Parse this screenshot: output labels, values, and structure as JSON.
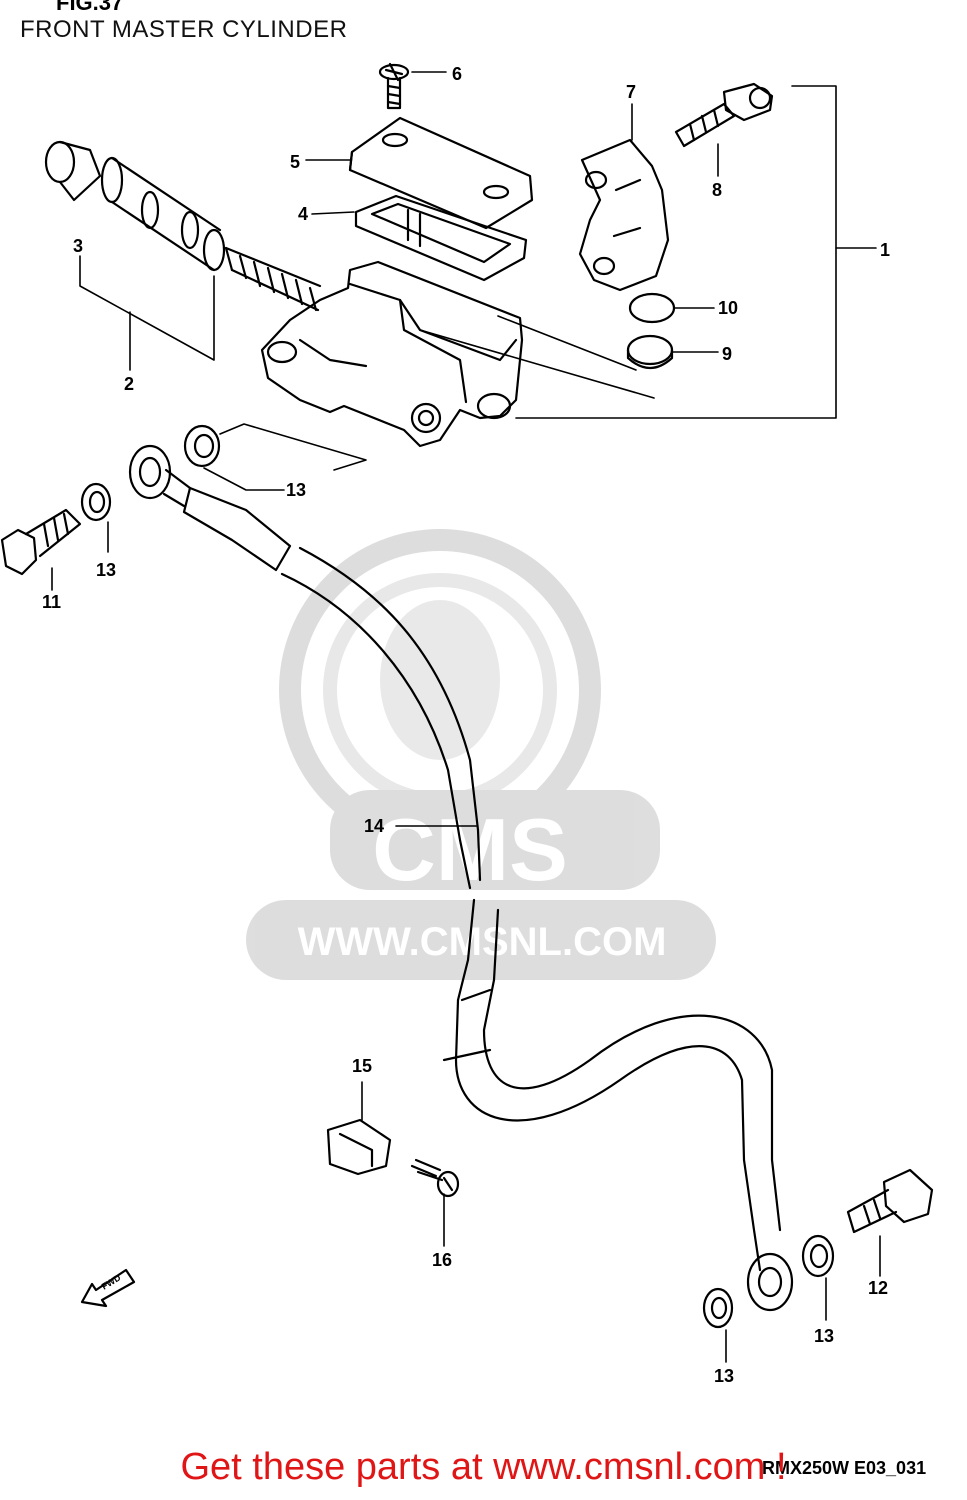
{
  "figure": {
    "number": "FIG.37",
    "title": "FRONT MASTER CYLINDER",
    "code": "RMX250W E03_031"
  },
  "watermark": {
    "brand": "CMS",
    "url": "WWW.CMSNL.COM"
  },
  "direction": {
    "label": "FWD"
  },
  "promo": {
    "text": "Get these parts at www.cmsnl.com !"
  },
  "callouts": [
    "1",
    "2",
    "3",
    "4",
    "5",
    "6",
    "7",
    "8",
    "9",
    "10",
    "11",
    "12",
    "13",
    "13",
    "13",
    "13",
    "13",
    "14",
    "15",
    "16"
  ],
  "colors": {
    "line": "#000000",
    "promo": "#e01616",
    "watermark": "#d8d8d8"
  }
}
